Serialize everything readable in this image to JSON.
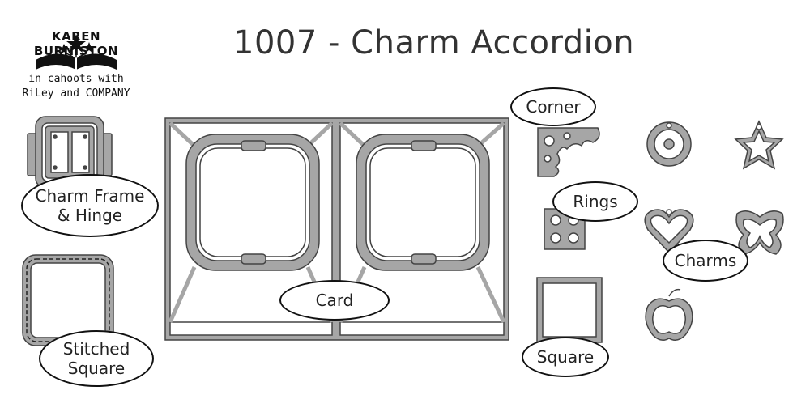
{
  "title": "1007 - Charm Accordion",
  "brand": {
    "name": "KAREN BURNISTON",
    "tagline_line1": "in cahoots with",
    "tagline_line2": "RiLey and COMPANY"
  },
  "labels": {
    "charm_frame": "Charm Frame\n& Hinge",
    "stitched_square": "Stitched\nSquare",
    "card": "Card",
    "corner": "Corner",
    "rings": "Rings",
    "square": "Square",
    "charms": "Charms"
  },
  "colors": {
    "die_fill": "#a6a6a6",
    "die_outline": "#444444",
    "background": "#ffffff"
  }
}
